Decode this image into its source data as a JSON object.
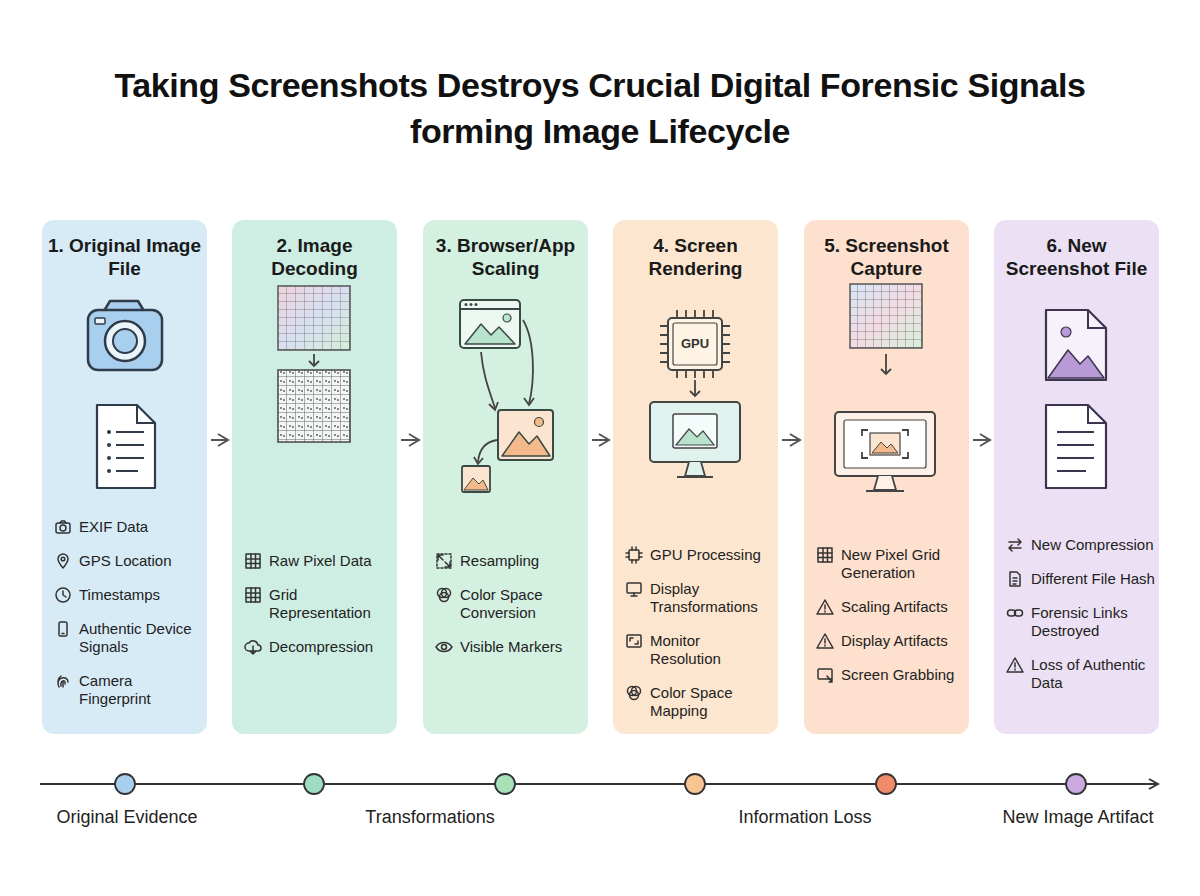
{
  "diagram": {
    "title": "Taking Screenshots Destroys Crucial Digital Forensic Signals forming Image Lifecycle",
    "nodes": [
      {
        "text": [
          "1. Original Image File",
          "EXIF Data",
          "GPS Location",
          "Timestamps",
          "Authentic Device Signals",
          "Camera Fingerprint"
        ]
      },
      {
        "text": [
          "2. Image Decoding",
          "Raw Pixel Data",
          "Grid Representation",
          "Decompression"
        ]
      },
      {
        "text": [
          "3. Browser/App Scaling",
          "Resampling",
          "Color Space Conversion",
          "Visible Markers"
        ]
      },
      {
        "text": [
          "4. Screen Rendering",
          "GPU Processing",
          "Display Transformations",
          "Monitor Resolution",
          "Color Space Mapping"
        ]
      },
      {
        "text": [
          "5. Screenshot Capture",
          "New Pixel Grid Generation",
          "Scaling Artifacts",
          "Display Artifacts",
          "Screen Grabbing"
        ]
      },
      {
        "text": [
          "6. New Screenshot File",
          "New Compression",
          "Different File Hash",
          "Forensic Links Destroyed",
          "Loss of Authentic Data"
        ]
      }
    ],
    "edges": [
      {
        "from": 0,
        "to": 1,
        "arrow": "to"
      },
      {
        "from": 1,
        "to": 2,
        "arrow": "to"
      },
      {
        "from": 2,
        "to": 3,
        "arrow": "to"
      },
      {
        "from": 3,
        "to": 4,
        "arrow": "to"
      },
      {
        "from": 4,
        "to": 5,
        "arrow": "to"
      }
    ],
    "labels": [
      "GPU",
      "Original Evidence",
      "Transformations",
      "Information Loss",
      "New Image Artifact"
    ]
  }
}
